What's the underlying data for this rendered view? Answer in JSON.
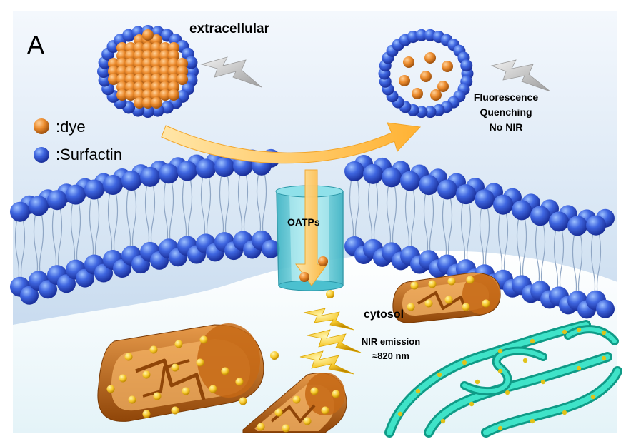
{
  "panel_letter": "A",
  "labels": {
    "extracellular": "extracellular",
    "fluorescence_quenching": [
      "Fluorescence",
      "Quenching",
      "No NIR"
    ],
    "oatps": "OATPs",
    "cytosol": "cytosol",
    "nir_emission": [
      "NIR emission",
      "≈820 nm"
    ]
  },
  "legend": [
    {
      "symbol": "orange-sphere",
      "text": ":dye"
    },
    {
      "symbol": "blue-sphere",
      "text": ":Surfactin"
    }
  ],
  "colors": {
    "background_top": "#eef5fd",
    "background_mid": "#c9dcf1",
    "cytosol": "#f2fafd",
    "lipid_head": "#2f54d6",
    "lipid_head_light": "#7aa2ff",
    "dye": "#e8892f",
    "dye_light": "#ffc27a",
    "channel": "#6fd2dc",
    "arrow": "#ffc45a",
    "mitochondria": "#c86a18",
    "er": "#19c2a8",
    "emission": "#ffe94a"
  }
}
